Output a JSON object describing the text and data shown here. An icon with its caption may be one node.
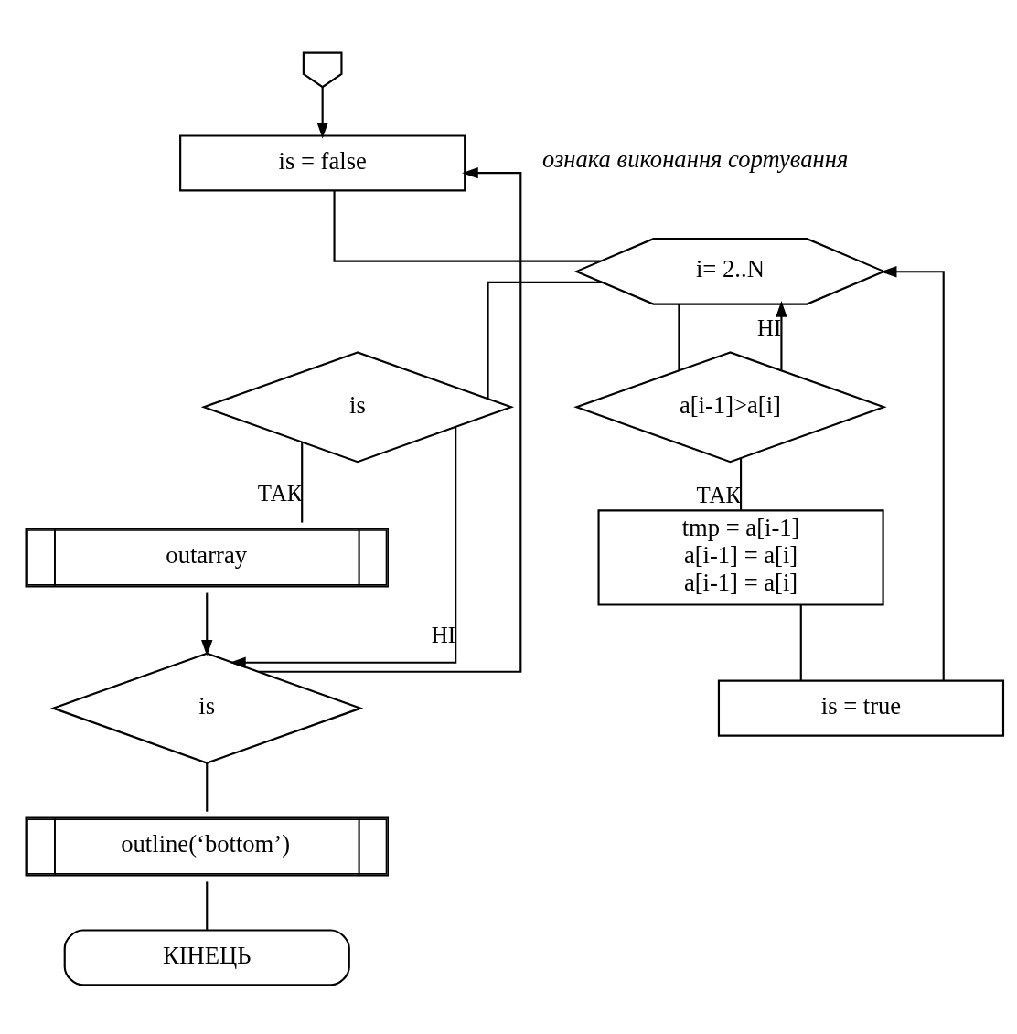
{
  "diagram": {
    "nodes": [
      {
        "text": [],
        "shape": "pentagon"
      },
      {
        "text": [
          "is = false"
        ],
        "beside": [
          "ознака виконання сортування"
        ]
      },
      {
        "text": [
          "i= 2..N"
        ]
      },
      {
        "text": [
          "a[i-1]>a[i]"
        ]
      },
      {
        "text": [
          "tmp = a[i-1]",
          "a[i-1] = a[i]",
          "a[i-1] = a[i]"
        ]
      },
      {
        "text": [
          "is = true"
        ]
      },
      {
        "text": [
          "is"
        ]
      },
      {
        "text": [
          "outarray"
        ]
      },
      {
        "text": [
          "is"
        ]
      },
      {
        "text": [
          "outline(‘bottom’)"
        ]
      },
      {
        "text": [
          "КІНЕЦЬ"
        ]
      }
    ],
    "edges": [
      {
        "from": 0,
        "to": 1,
        "arrow": "to"
      },
      {
        "from": 1,
        "to": 2,
        "arrow": "none"
      },
      {
        "from": 2,
        "to": 3,
        "arrow": "none"
      },
      {
        "from": 3,
        "to": 4,
        "arrow": "none",
        "label": "ТАК"
      },
      {
        "from": 4,
        "to": 5,
        "arrow": "none"
      },
      {
        "from": 5,
        "to": 2,
        "arrow": "to"
      },
      {
        "from": 3,
        "to": 2,
        "arrow": "to",
        "label": "НІ"
      },
      {
        "from": 2,
        "to": 6,
        "arrow": "none"
      },
      {
        "from": 6,
        "to": 7,
        "arrow": "none",
        "label": "ТАК"
      },
      {
        "from": 7,
        "to": 8,
        "arrow": "to"
      },
      {
        "from": 6,
        "to": 8,
        "arrow": "to",
        "label": "НІ"
      },
      {
        "from": 8,
        "to": 1,
        "arrow": "to"
      },
      {
        "from": 8,
        "to": 9,
        "arrow": "none"
      },
      {
        "from": 9,
        "to": 10,
        "arrow": "none"
      }
    ]
  }
}
